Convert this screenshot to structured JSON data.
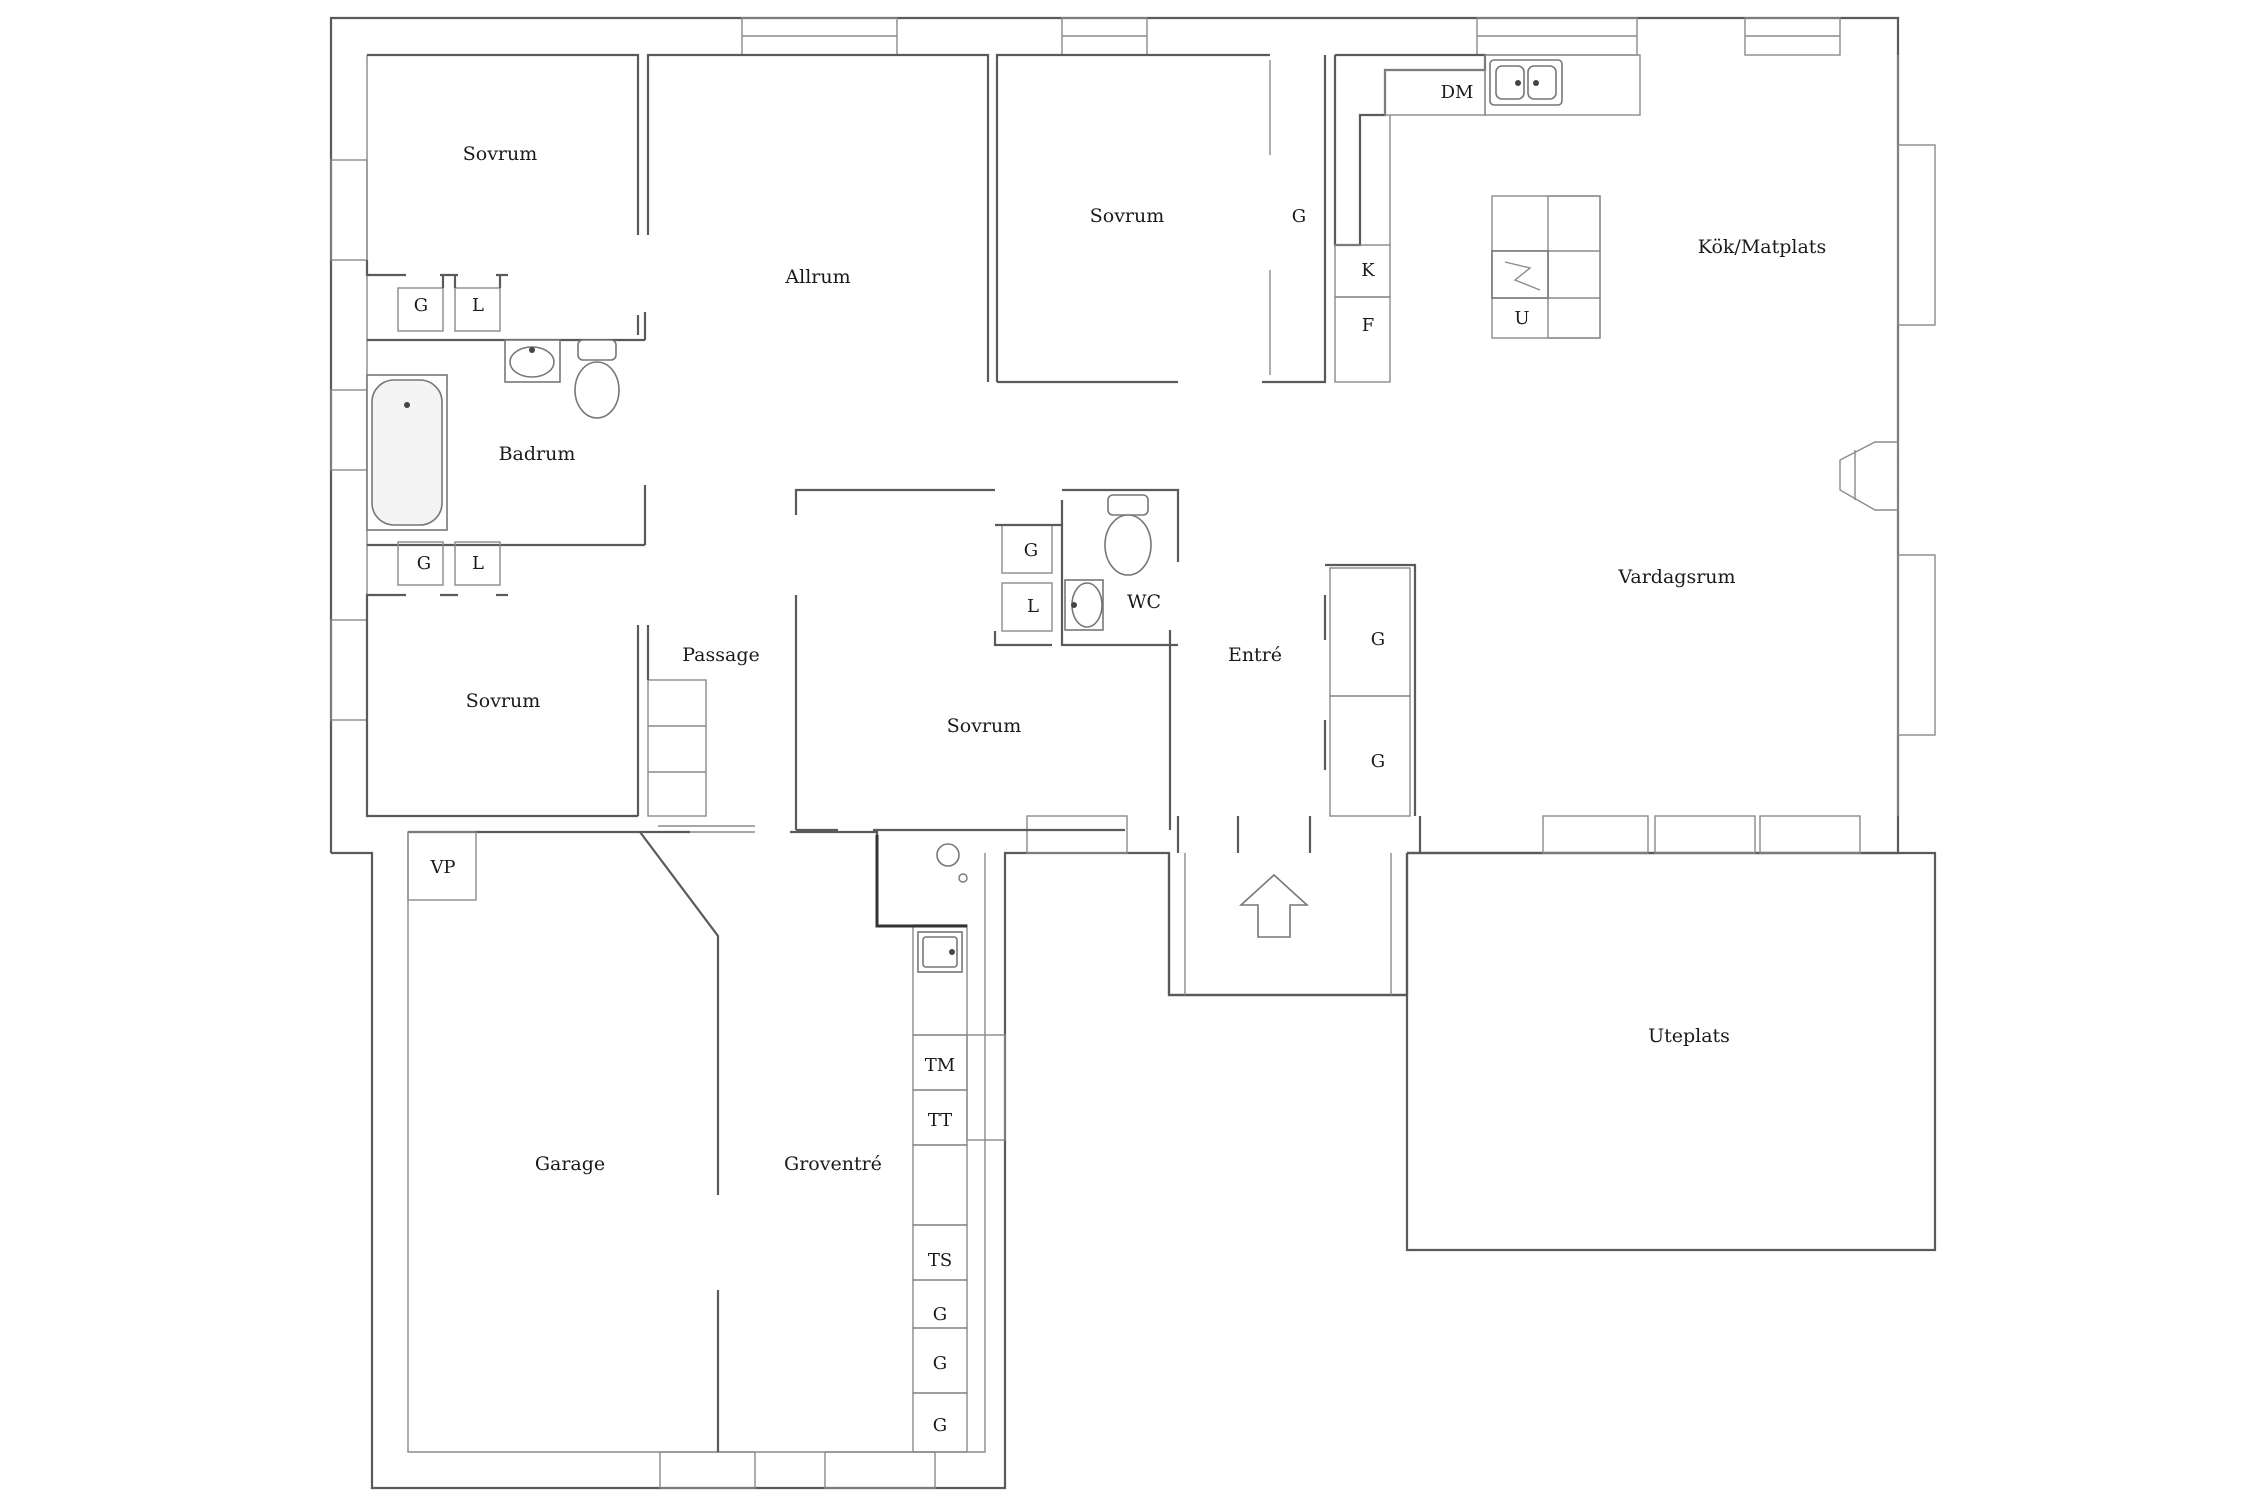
{
  "rooms": {
    "sovrum_nw": "Sovrum",
    "allrum": "Allrum",
    "sovrum_n": "Sovrum",
    "kok": "Kök/Matplats",
    "badrum": "Badrum",
    "sovrum_w": "Sovrum",
    "passage": "Passage",
    "sovrum_c": "Sovrum",
    "wc": "WC",
    "entre": "Entré",
    "vardagsrum": "Vardagsrum",
    "uteplats": "Uteplats",
    "garage": "Garage",
    "groventre": "Groventré"
  },
  "fixtures": {
    "g": "G",
    "l": "L",
    "dm": "DM",
    "k": "K",
    "f": "F",
    "u": "U",
    "vp": "VP",
    "tm": "TM",
    "tt": "TT",
    "ts": "TS"
  }
}
